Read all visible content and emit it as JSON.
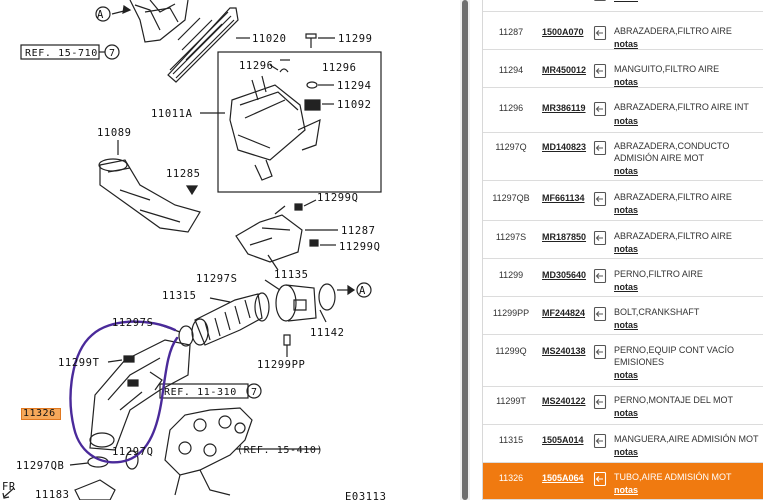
{
  "diagram": {
    "labels": {
      "p11020": "11020",
      "p11299_top": "11299",
      "p11296_a": "11296",
      "p11296_b": "11296",
      "p11294": "11294",
      "p11092": "11092",
      "p11011a": "11011A",
      "p11089": "11089",
      "p11285": "11285",
      "p11299q_a": "11299Q",
      "p11287": "11287",
      "p11299q_b": "11299Q",
      "p11297s_a": "11297S",
      "p11135": "11135",
      "p11315": "11315",
      "p11297s_b": "11297S",
      "p11142": "11142",
      "p11299t": "11299T",
      "p11299pp": "11299PP",
      "p11326": "11326",
      "p11297qb": "11297QB",
      "p11297q": "11297Q",
      "p11183": "11183",
      "fr": "FR",
      "code": "E03113",
      "arrow_a_top": "A",
      "arrow_a_right": "A"
    },
    "refs": {
      "ref_15_710": "REF. 15-710",
      "ref_15_710_num": "7",
      "ref_11_310": "REF. 11-310",
      "ref_11_310_num": "7",
      "ref_15_410": "(REF. 15-410)"
    }
  },
  "parts": {
    "notes_label": "notas",
    "rows": [
      {
        "ref": "",
        "pn": "",
        "desc": ""
      },
      {
        "ref": "11287",
        "pn": "1500A070",
        "desc": "ABRAZADERA,FILTRO AIRE"
      },
      {
        "ref": "11294",
        "pn": "MR450012",
        "desc": "MANGUITO,FILTRO AIRE"
      },
      {
        "ref": "11296",
        "pn": "MR386119",
        "desc": "ABRAZADERA,FILTRO AIRE INT"
      },
      {
        "ref": "11297Q",
        "pn": "MD140823",
        "desc": "ABRAZADERA,CONDUCTO ADMISIÓN AIRE MOT"
      },
      {
        "ref": "11297QB",
        "pn": "MF661134",
        "desc": "ABRAZADERA,FILTRO AIRE"
      },
      {
        "ref": "11297S",
        "pn": "MR187850",
        "desc": "ABRAZADERA,FILTRO AIRE"
      },
      {
        "ref": "11299",
        "pn": "MD305640",
        "desc": "PERNO,FILTRO AIRE"
      },
      {
        "ref": "11299PP",
        "pn": "MF244824",
        "desc": "BOLT,CRANKSHAFT"
      },
      {
        "ref": "11299Q",
        "pn": "MS240138",
        "desc": "PERNO,EQUIP CONT VACÍO EMISIONES"
      },
      {
        "ref": "11299T",
        "pn": "MS240122",
        "desc": "PERNO,MONTAJE DEL MOT"
      },
      {
        "ref": "11315",
        "pn": "1505A014",
        "desc": "MANGUERA,AIRE ADMISIÓN MOT"
      },
      {
        "ref": "11326",
        "pn": "1505A064",
        "desc": "TUBO,AIRE ADMISIÓN MOT"
      }
    ]
  },
  "colors": {
    "selected_row": "#f07a10",
    "highlight_label": "#f6a85a",
    "annotation_circle": "#4a2a9a"
  }
}
